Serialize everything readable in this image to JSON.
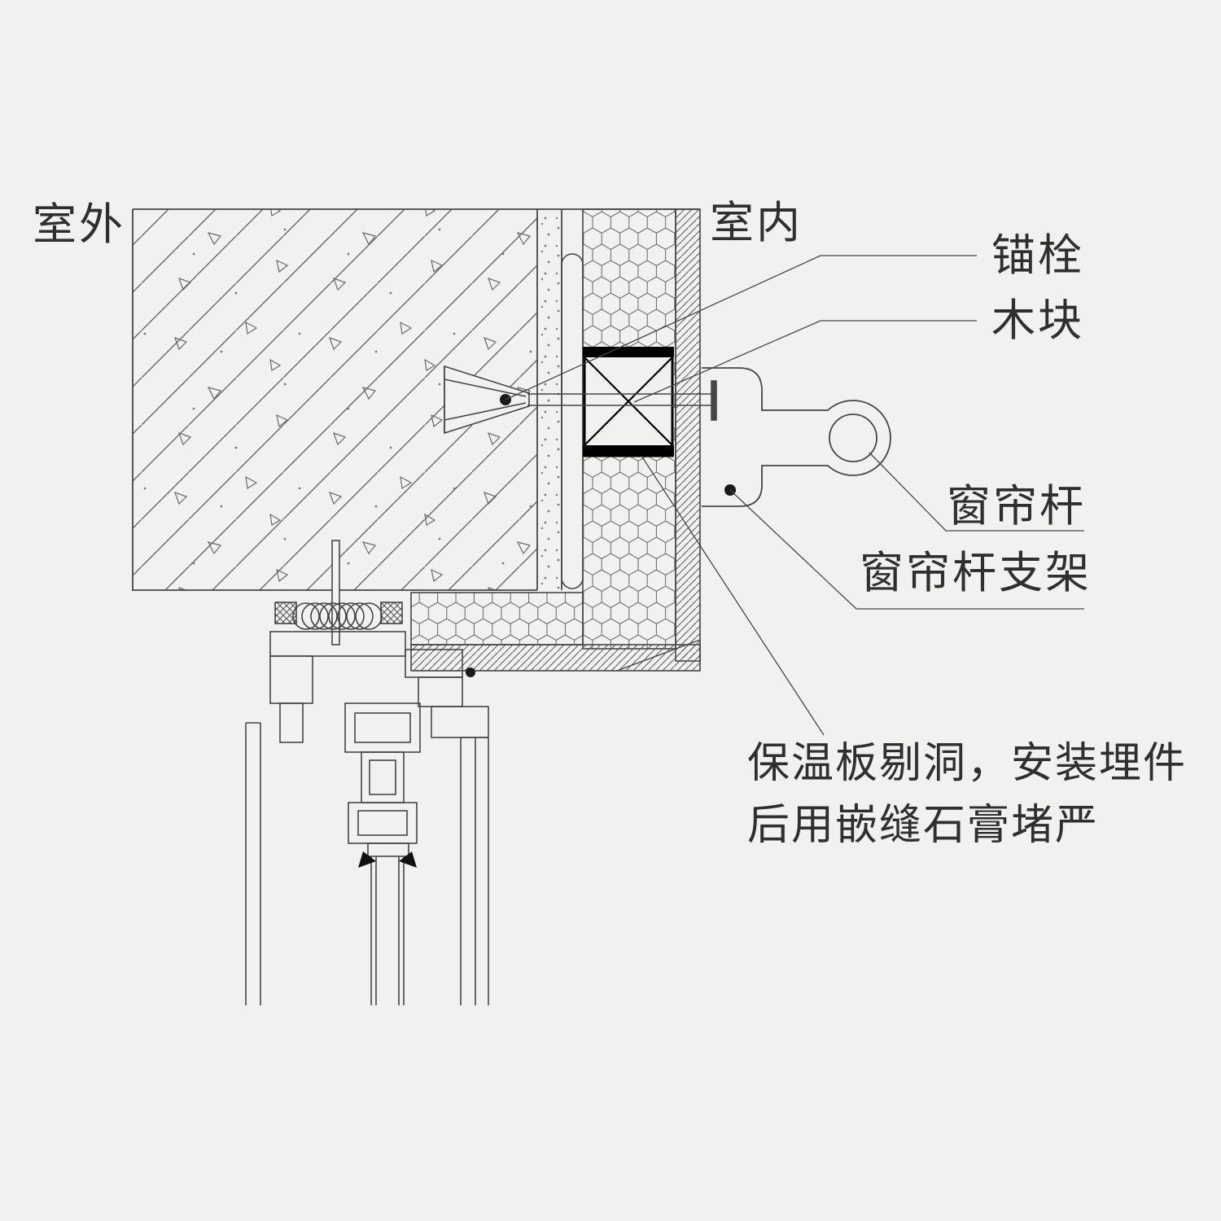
{
  "scene": {
    "type": "architectural-detail-drawing",
    "background_color": "#f1f1ef",
    "line_color": "#464646",
    "text_color": "#2f2f2f",
    "accent_black": "#000000"
  },
  "labels": {
    "outdoor": "室外",
    "indoor": "室内"
  },
  "callouts": {
    "anchor_bolt": "锚栓",
    "wood_block": "木块",
    "curtain_rod": "窗帘杆",
    "curtain_rod_bracket": "窗帘杆支架",
    "insulation_note_line1": "保温板剔洞，安装埋件",
    "insulation_note_line2": "后用嵌缝石膏堵严"
  },
  "parts": [
    "concrete-wall",
    "adhesive-mortar-layer",
    "insulation-board",
    "plaster-finish-layer",
    "wood-block",
    "anchor-bolt",
    "fixing-screw",
    "curtain-rod-bracket",
    "curtain-rod",
    "window-head-frame",
    "sealant-backer-rod",
    "glazing-unit"
  ]
}
